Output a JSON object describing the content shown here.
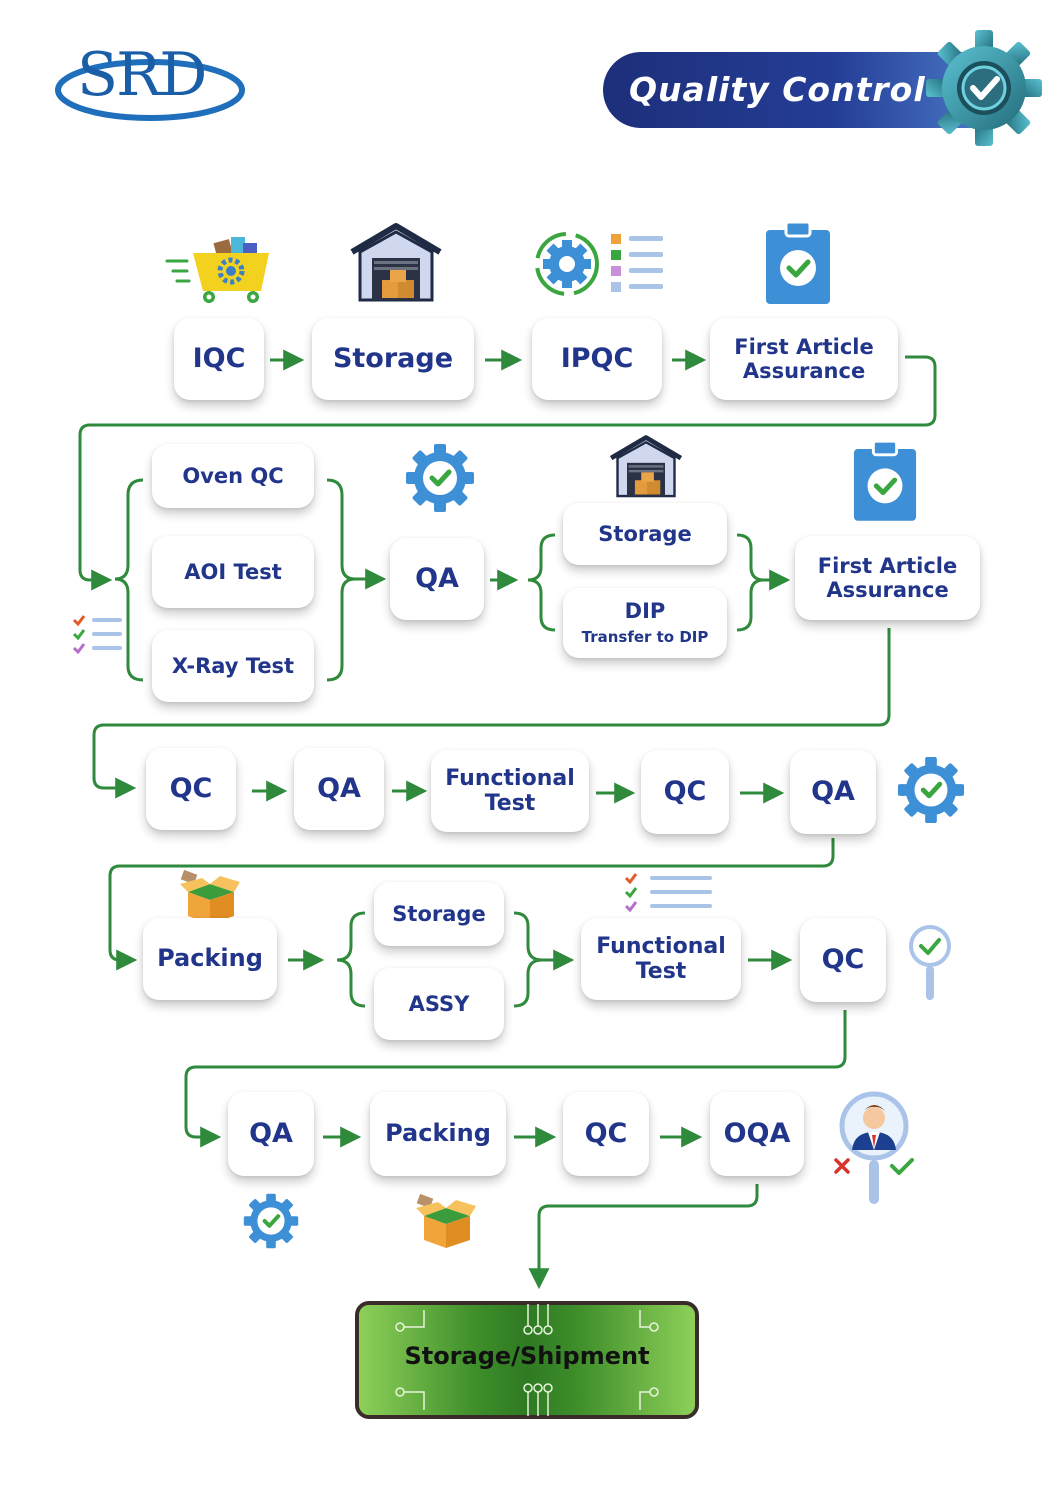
{
  "logo": {
    "text": "SRD"
  },
  "banner": {
    "title": "Quality Control"
  },
  "row1": {
    "iqc": "IQC",
    "storage": "Storage",
    "ipqc": "IPQC",
    "faa": "First Article Assurance"
  },
  "row2": {
    "oven_qc": "Oven QC",
    "aoi_test": "AOI Test",
    "xray_test": "X-Ray Test",
    "qa": "QA",
    "storage": "Storage",
    "dip": "DIP",
    "dip_sub": "Transfer to DIP",
    "faa": "First Article Assurance"
  },
  "row3": {
    "qc1": "QC",
    "qa1": "QA",
    "functional_test": "Functional Test",
    "qc2": "QC",
    "qa2": "QA"
  },
  "row4": {
    "packing": "Packing",
    "storage": "Storage",
    "assy": "ASSY",
    "functional_test": "Functional Test",
    "qc": "QC"
  },
  "row5": {
    "qa": "QA",
    "packing": "Packing",
    "qc": "QC",
    "oqa": "OQA"
  },
  "final": {
    "label": "Storage/Shipment"
  },
  "colors": {
    "navy": "#21358a",
    "green_arrow": "#2f8a3c",
    "icon_blue": "#3d8fd6",
    "check_green": "#3aa640",
    "cart_yellow": "#f2d21f",
    "final_green": "#3e8e2a"
  },
  "icons": [
    "cart-icon",
    "warehouse-icon",
    "gear-checklist-icon",
    "clipboard-check-icon",
    "checklist-icon",
    "gear-check-icon",
    "open-box-icon",
    "magnifier-check-icon",
    "inspector-icon"
  ]
}
